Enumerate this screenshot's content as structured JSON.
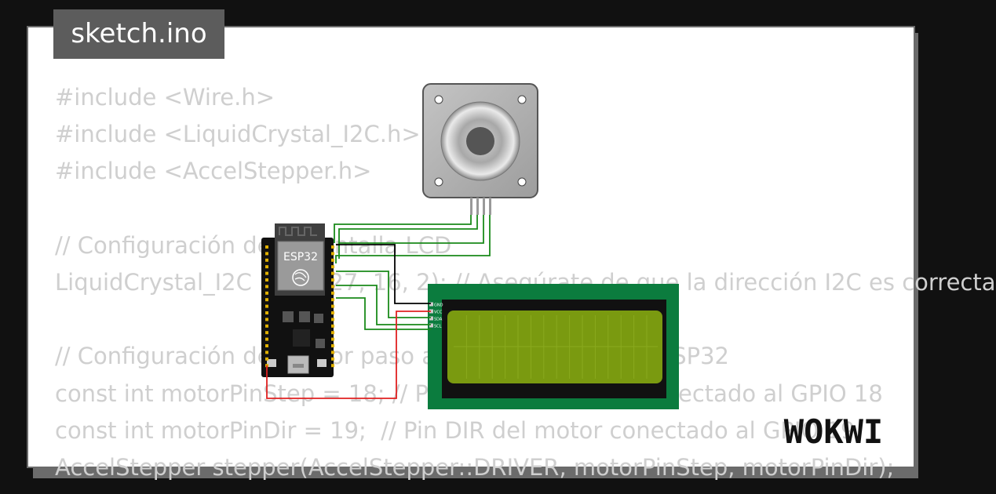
{
  "tab": {
    "filename": "sketch.ino"
  },
  "code_lines": [
    "#include <Wire.h>",
    "#include <LiquidCrystal_I2C.h>",
    "#include <AccelStepper.h>",
    "",
    "// Configuración de la pantalla LCD",
    "LiquidCrystal_I2C lcd(0x27, 16, 2); // Asegúrate de que la dirección I2C es correcta",
    "",
    "// Configuración del motor paso a paso conectado al ESP32",
    "const int motorPinStep = 18; // Pin STEP del motor conectado al GPIO 18",
    "const int motorPinDir = 19;  // Pin DIR del motor conectado al GPIO 19",
    "AccelStepper stepper(AccelStepper::DRIVER, motorPinStep, motorPinDir);"
  ],
  "board": {
    "label": "ESP32"
  },
  "lcd": {
    "pins": [
      "GND",
      "VCC",
      "SDA",
      "SCL"
    ]
  },
  "brand": {
    "logo": "WOKWI"
  },
  "colors": {
    "background": "#111111",
    "card": "#ffffff",
    "code_text": "#cfcfcf",
    "wire_signal": "#1a8a1a",
    "wire_gnd": "#000000",
    "wire_vcc": "#e02020",
    "lcd_frame": "#0b7c3e",
    "lcd_screen": "#7a9a10"
  }
}
